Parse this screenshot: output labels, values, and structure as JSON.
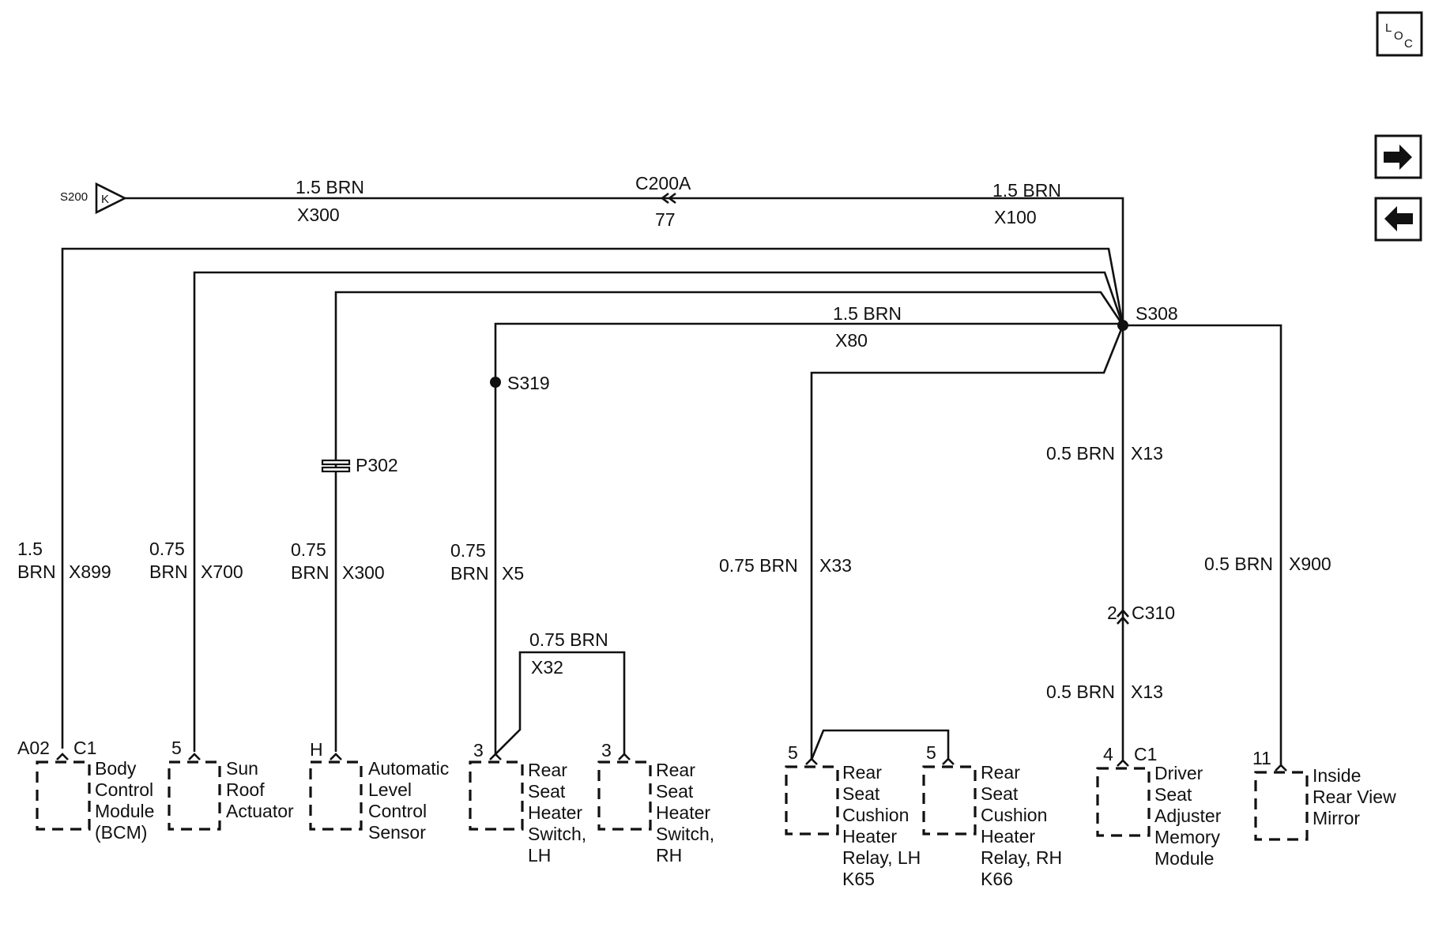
{
  "nav": {
    "loc_l": "L",
    "loc_o": "O",
    "loc_c": "C"
  },
  "source": {
    "splice": "S200",
    "pin": "K"
  },
  "top_wire": {
    "left_gauge": "1.5 BRN",
    "left_circuit": "X300",
    "connector": "C200A",
    "connector_pin": "77",
    "right_gauge": "1.5 BRN",
    "right_circuit": "X100"
  },
  "splice_s308": "S308",
  "x80_wire": {
    "gauge": "1.5 BRN",
    "circuit": "X80"
  },
  "splice_s319": "S319",
  "p302": "P302",
  "x32_wire": {
    "gauge": "0.75 BRN",
    "circuit": "X32"
  },
  "c310": {
    "pin": "2",
    "name": "C310"
  },
  "branches": [
    {
      "gauge_l1": "1.5",
      "gauge_l2": "BRN",
      "circuit": "X899"
    },
    {
      "gauge_l1": "0.75",
      "gauge_l2": "BRN",
      "circuit": "X700"
    },
    {
      "gauge_l1": "0.75",
      "gauge_l2": "BRN",
      "circuit": "X300"
    },
    {
      "gauge_l1": "0.75",
      "gauge_l2": "BRN",
      "circuit": "X5"
    },
    {
      "gauge": "0.75 BRN",
      "circuit": "X33"
    },
    {
      "gauge": "0.5 BRN",
      "circuit": "X13"
    },
    {
      "gauge": "0.5 BRN",
      "circuit": "X13"
    },
    {
      "gauge": "0.5 BRN",
      "circuit": "X900"
    }
  ],
  "components": [
    {
      "pin": "A02",
      "connector": "C1",
      "lines": [
        "Body",
        "Control",
        "Module",
        "(BCM)"
      ]
    },
    {
      "pin": "5",
      "lines": [
        "Sun",
        "Roof",
        "Actuator"
      ]
    },
    {
      "pin": "H",
      "lines": [
        "Automatic",
        "Level",
        "Control",
        "Sensor"
      ]
    },
    {
      "pin": "3",
      "lines": [
        "Rear",
        "Seat",
        "Heater",
        "Switch,",
        "LH"
      ]
    },
    {
      "pin": "3",
      "lines": [
        "Rear",
        "Seat",
        "Heater",
        "Switch,",
        "RH"
      ]
    },
    {
      "pin": "5",
      "lines": [
        "Rear",
        "Seat",
        "Cushion",
        "Heater",
        "Relay, LH",
        "K65"
      ]
    },
    {
      "pin": "5",
      "lines": [
        "Rear",
        "Seat",
        "Cushion",
        "Heater",
        "Relay, RH",
        "K66"
      ]
    },
    {
      "pin": "4",
      "connector": "C1",
      "lines": [
        "Driver",
        "Seat",
        "Adjuster",
        "Memory",
        "Module"
      ]
    },
    {
      "pin": "11",
      "lines": [
        "Inside",
        "Rear View",
        "Mirror"
      ]
    }
  ]
}
